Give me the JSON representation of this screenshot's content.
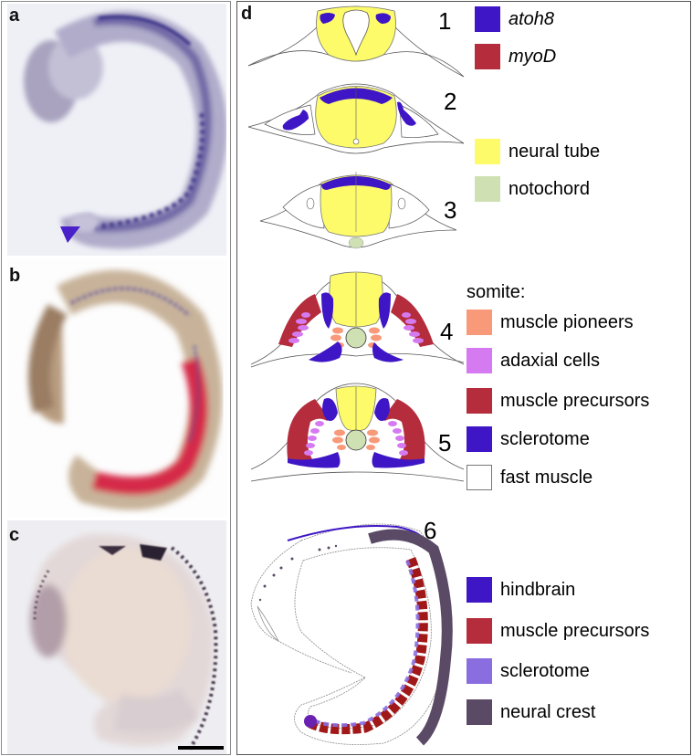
{
  "figure": {
    "panels": {
      "a": {
        "letter": "a",
        "description": "whole-mount embryo, atoh8 in situ (blue)",
        "marker_icon": "arrowhead-icon",
        "marker_color": "#4a20c8"
      },
      "b": {
        "letter": "b",
        "description": "whole-mount embryo, atoh8 (blue) and myoD (red)"
      },
      "c": {
        "letter": "c",
        "description": "whole-mount embryo, neural crest staining",
        "scale_bar": true
      },
      "d": {
        "letter": "d"
      }
    },
    "sections": [
      {
        "number": "1"
      },
      {
        "number": "2"
      },
      {
        "number": "3"
      },
      {
        "number": "4"
      },
      {
        "number": "5"
      },
      {
        "number": "6"
      }
    ],
    "legend_genes": [
      {
        "label": "atoh8",
        "color": "#3f16c6",
        "italic": true
      },
      {
        "label": "myoD",
        "color": "#b52d3c",
        "italic": true
      }
    ],
    "legend_structures": [
      {
        "label": "neural tube",
        "color": "#fdfb6a"
      },
      {
        "label": "notochord",
        "color": "#cfe0b3"
      }
    ],
    "legend_somite": {
      "heading": "somite:",
      "items": [
        {
          "label": "muscle pioneers",
          "color": "#f89a7a"
        },
        {
          "label": "adaxial cells",
          "color": "#d57af0"
        },
        {
          "label": "muscle precursors",
          "color": "#b52d3c"
        },
        {
          "label": "sclerotome",
          "color": "#3f16c6"
        },
        {
          "label": "fast muscle",
          "color": "#ffffff"
        }
      ]
    },
    "legend_embryo": [
      {
        "label": "hindbrain",
        "color": "#3f16c6"
      },
      {
        "label": "muscle precursors",
        "color": "#b52d3c"
      },
      {
        "label": "sclerotome",
        "color": "#8a6ee0"
      },
      {
        "label": "neural crest",
        "color": "#5a4a66"
      }
    ]
  }
}
